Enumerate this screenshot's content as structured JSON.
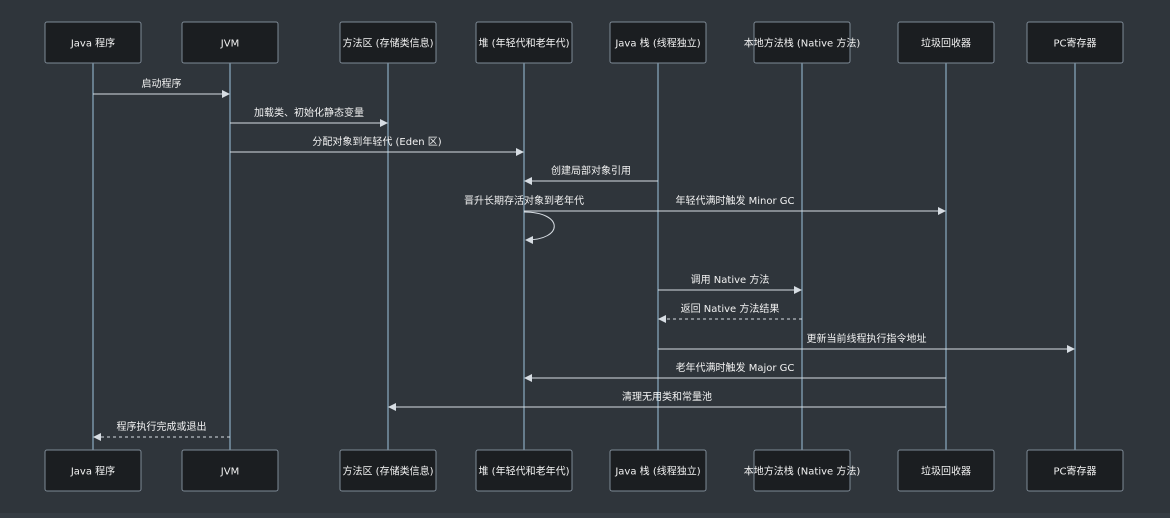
{
  "participants": [
    {
      "id": "p0",
      "label": "Java 程序"
    },
    {
      "id": "p1",
      "label": "JVM"
    },
    {
      "id": "p2",
      "label": "方法区 (存储类信息)"
    },
    {
      "id": "p3",
      "label": "堆 (年轻代和老年代)"
    },
    {
      "id": "p4",
      "label": "Java 栈 (线程独立)"
    },
    {
      "id": "p5",
      "label": "本地方法栈 (Native 方法)"
    },
    {
      "id": "p6",
      "label": "垃圾回收器"
    },
    {
      "id": "p7",
      "label": "PC寄存器"
    }
  ],
  "messages": [
    {
      "from": 0,
      "to": 1,
      "text": "启动程序",
      "style": "solid"
    },
    {
      "from": 1,
      "to": 2,
      "text": "加载类、初始化静态变量",
      "style": "solid"
    },
    {
      "from": 1,
      "to": 3,
      "text": "分配对象到年轻代 (Eden 区)",
      "style": "solid"
    },
    {
      "from": 4,
      "to": 3,
      "text": "创建局部对象引用",
      "style": "solid"
    },
    {
      "from": 3,
      "to": 6,
      "text": "年轻代满时触发 Minor GC",
      "style": "solid"
    },
    {
      "from": 3,
      "to": 3,
      "text": "晋升长期存活对象到老年代",
      "style": "solid"
    },
    {
      "from": 4,
      "to": 5,
      "text": "调用 Native 方法",
      "style": "solid"
    },
    {
      "from": 5,
      "to": 4,
      "text": "返回 Native 方法结果",
      "style": "dashed"
    },
    {
      "from": 4,
      "to": 7,
      "text": "更新当前线程执行指令地址",
      "style": "solid"
    },
    {
      "from": 6,
      "to": 3,
      "text": "老年代满时触发 Major GC",
      "style": "solid"
    },
    {
      "from": 6,
      "to": 2,
      "text": "清理无用类和常量池",
      "style": "solid"
    },
    {
      "from": 1,
      "to": 0,
      "text": "程序执行完成或退出",
      "style": "dashed"
    }
  ]
}
